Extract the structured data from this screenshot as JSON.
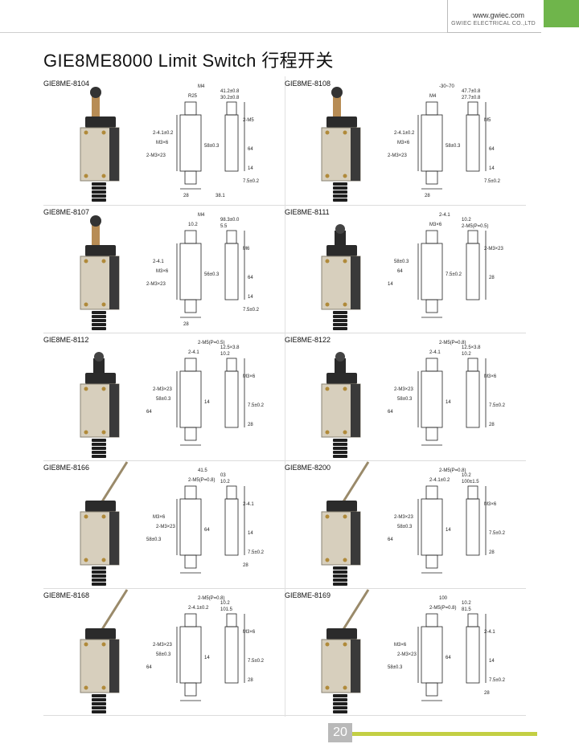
{
  "header": {
    "website": "www.gwiec.com",
    "company": "GWIEC ELECTRICAL CO.,LTD"
  },
  "title": "GIE8ME8000 Limit Switch 行程开关",
  "products": [
    {
      "model": "GIE8ME-8104",
      "actuator": "roller-lever"
    },
    {
      "model": "GIE8ME-8108",
      "actuator": "adjustable-roller-lever"
    },
    {
      "model": "GIE8ME-8107",
      "actuator": "adjustable-rod-lever"
    },
    {
      "model": "GIE8ME-8111",
      "actuator": "plunger"
    },
    {
      "model": "GIE8ME-8112",
      "actuator": "roller-plunger"
    },
    {
      "model": "GIE8ME-8122",
      "actuator": "cross-roller-plunger"
    },
    {
      "model": "GIE8ME-8166",
      "actuator": "coil-spring-wand"
    },
    {
      "model": "GIE8ME-8200",
      "actuator": "rod-wand"
    },
    {
      "model": "GIE8ME-8168",
      "actuator": "spring-wand"
    },
    {
      "model": "GIE8ME-8169",
      "actuator": "steel-wire-wand"
    }
  ],
  "dims": {
    "d8104": [
      "41.2±0.8",
      "30.2±0.8",
      "M4",
      "R25",
      "2-M5",
      "2-4.1±0.2",
      "M3×6",
      "2-M3×23",
      "58±0.3",
      "64",
      "14",
      "7.5±0.2",
      "28",
      "38.1"
    ],
    "d8108": [
      "47.7±0.8",
      "27.7±0.8",
      "-30~70",
      "M4",
      "M5",
      "2-4.1±0.2",
      "M3×6",
      "2-M3×23",
      "58±0.3",
      "64",
      "14",
      "7.5±0.2",
      "28"
    ],
    "d8107": [
      "98.3±0.0",
      "5.5",
      "M4",
      "10.2",
      "M6",
      "2-4.1",
      "M3×6",
      "2-M3×23",
      "56±0.3",
      "64",
      "14",
      "7.5±0.2",
      "28"
    ],
    "d8111": [
      "10.2",
      "2-M5(P=0.5)",
      "2-4.1",
      "M3×6",
      "2-M3×23",
      "58±0.3",
      "64",
      "14",
      "7.5±0.2",
      "28"
    ],
    "d8112": [
      "12.5×3.8",
      "10.2",
      "2-M5(P=0.5)",
      "2-4.1",
      "M3×6",
      "2-M3×23",
      "58±0.3",
      "64",
      "14",
      "7.5±0.2",
      "28"
    ],
    "d8122": [
      "12.5×3.8",
      "10.2",
      "2-M5(P=0.8)",
      "2-4.1",
      "M3×6",
      "2-M3×23",
      "58±0.3",
      "64",
      "14",
      "7.5±0.2",
      "28"
    ],
    "d8166": [
      "03",
      "10.2",
      "41.5",
      "2-M5(P=0.8)",
      "2-4.1",
      "M3×6",
      "2-M3×23",
      "58±0.3",
      "64",
      "14",
      "7.5±0.2",
      "28"
    ],
    "d8200": [
      "10.2",
      "100±1.5",
      "2-M5(P=0.8)",
      "2-4.1±0.2",
      "M3×6",
      "2-M3×23",
      "58±0.3",
      "64",
      "14",
      "7.5±0.2",
      "28"
    ],
    "d8168": [
      "10.2",
      "101.5",
      "2-M5(P=0.8)",
      "2-4.1±0.2",
      "M3×6",
      "2-M3×23",
      "58±0.3",
      "64",
      "14",
      "7.5±0.2",
      "28"
    ],
    "d8169": [
      "10.2",
      "81.5",
      "100",
      "2-M5(P=0.8)",
      "2-4.1",
      "M3×6",
      "2-M3×23",
      "58±0.3",
      "64",
      "14",
      "7.5±0.2",
      "28"
    ]
  },
  "page_number": "20",
  "colors": {
    "accent_green": "#6fb54b",
    "footer_yellow": "#c3cf43",
    "page_badge": "#b9b9b9"
  }
}
